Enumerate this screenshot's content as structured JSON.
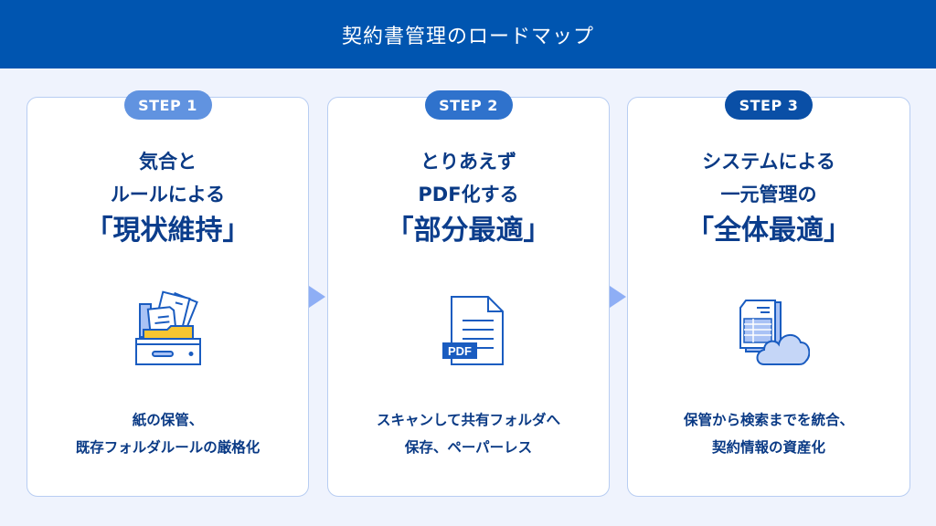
{
  "header": {
    "title": "契約書管理のロードマップ",
    "background": "#0055b0"
  },
  "steps": [
    {
      "badge": "STEP 1",
      "badge_color": "#6193e0",
      "title_lines": [
        "気合と",
        "ルールによる"
      ],
      "title_emphasis": "「現状維持」",
      "icon": "file-drawer-icon",
      "description_lines": [
        "紙の保管、",
        "既存フォルダルールの厳格化"
      ]
    },
    {
      "badge": "STEP 2",
      "badge_color": "#2f72cc",
      "title_lines": [
        "とりあえず",
        "PDF化する"
      ],
      "title_emphasis": "「部分最適」",
      "icon": "pdf-document-icon",
      "icon_label": "PDF",
      "description_lines": [
        "スキャンして共有フォルダへ",
        "保存、ペーパーレス"
      ]
    },
    {
      "badge": "STEP 3",
      "badge_color": "#0a4fa6",
      "title_lines": [
        "システムによる",
        "一元管理の"
      ],
      "title_emphasis": "「全体最適」",
      "icon": "cloud-document-icon",
      "description_lines": [
        "保管から検索までを統合、",
        "契約情報の資産化"
      ]
    }
  ],
  "colors": {
    "text_primary": "#0a3a85",
    "arrow": "#8eaef5",
    "card_border": "#b8cdf2",
    "page_background": "#eff3fd",
    "folder_yellow": "#f7c531",
    "icon_blue": "#1a5cc0",
    "icon_light": "#a9c2f5"
  }
}
